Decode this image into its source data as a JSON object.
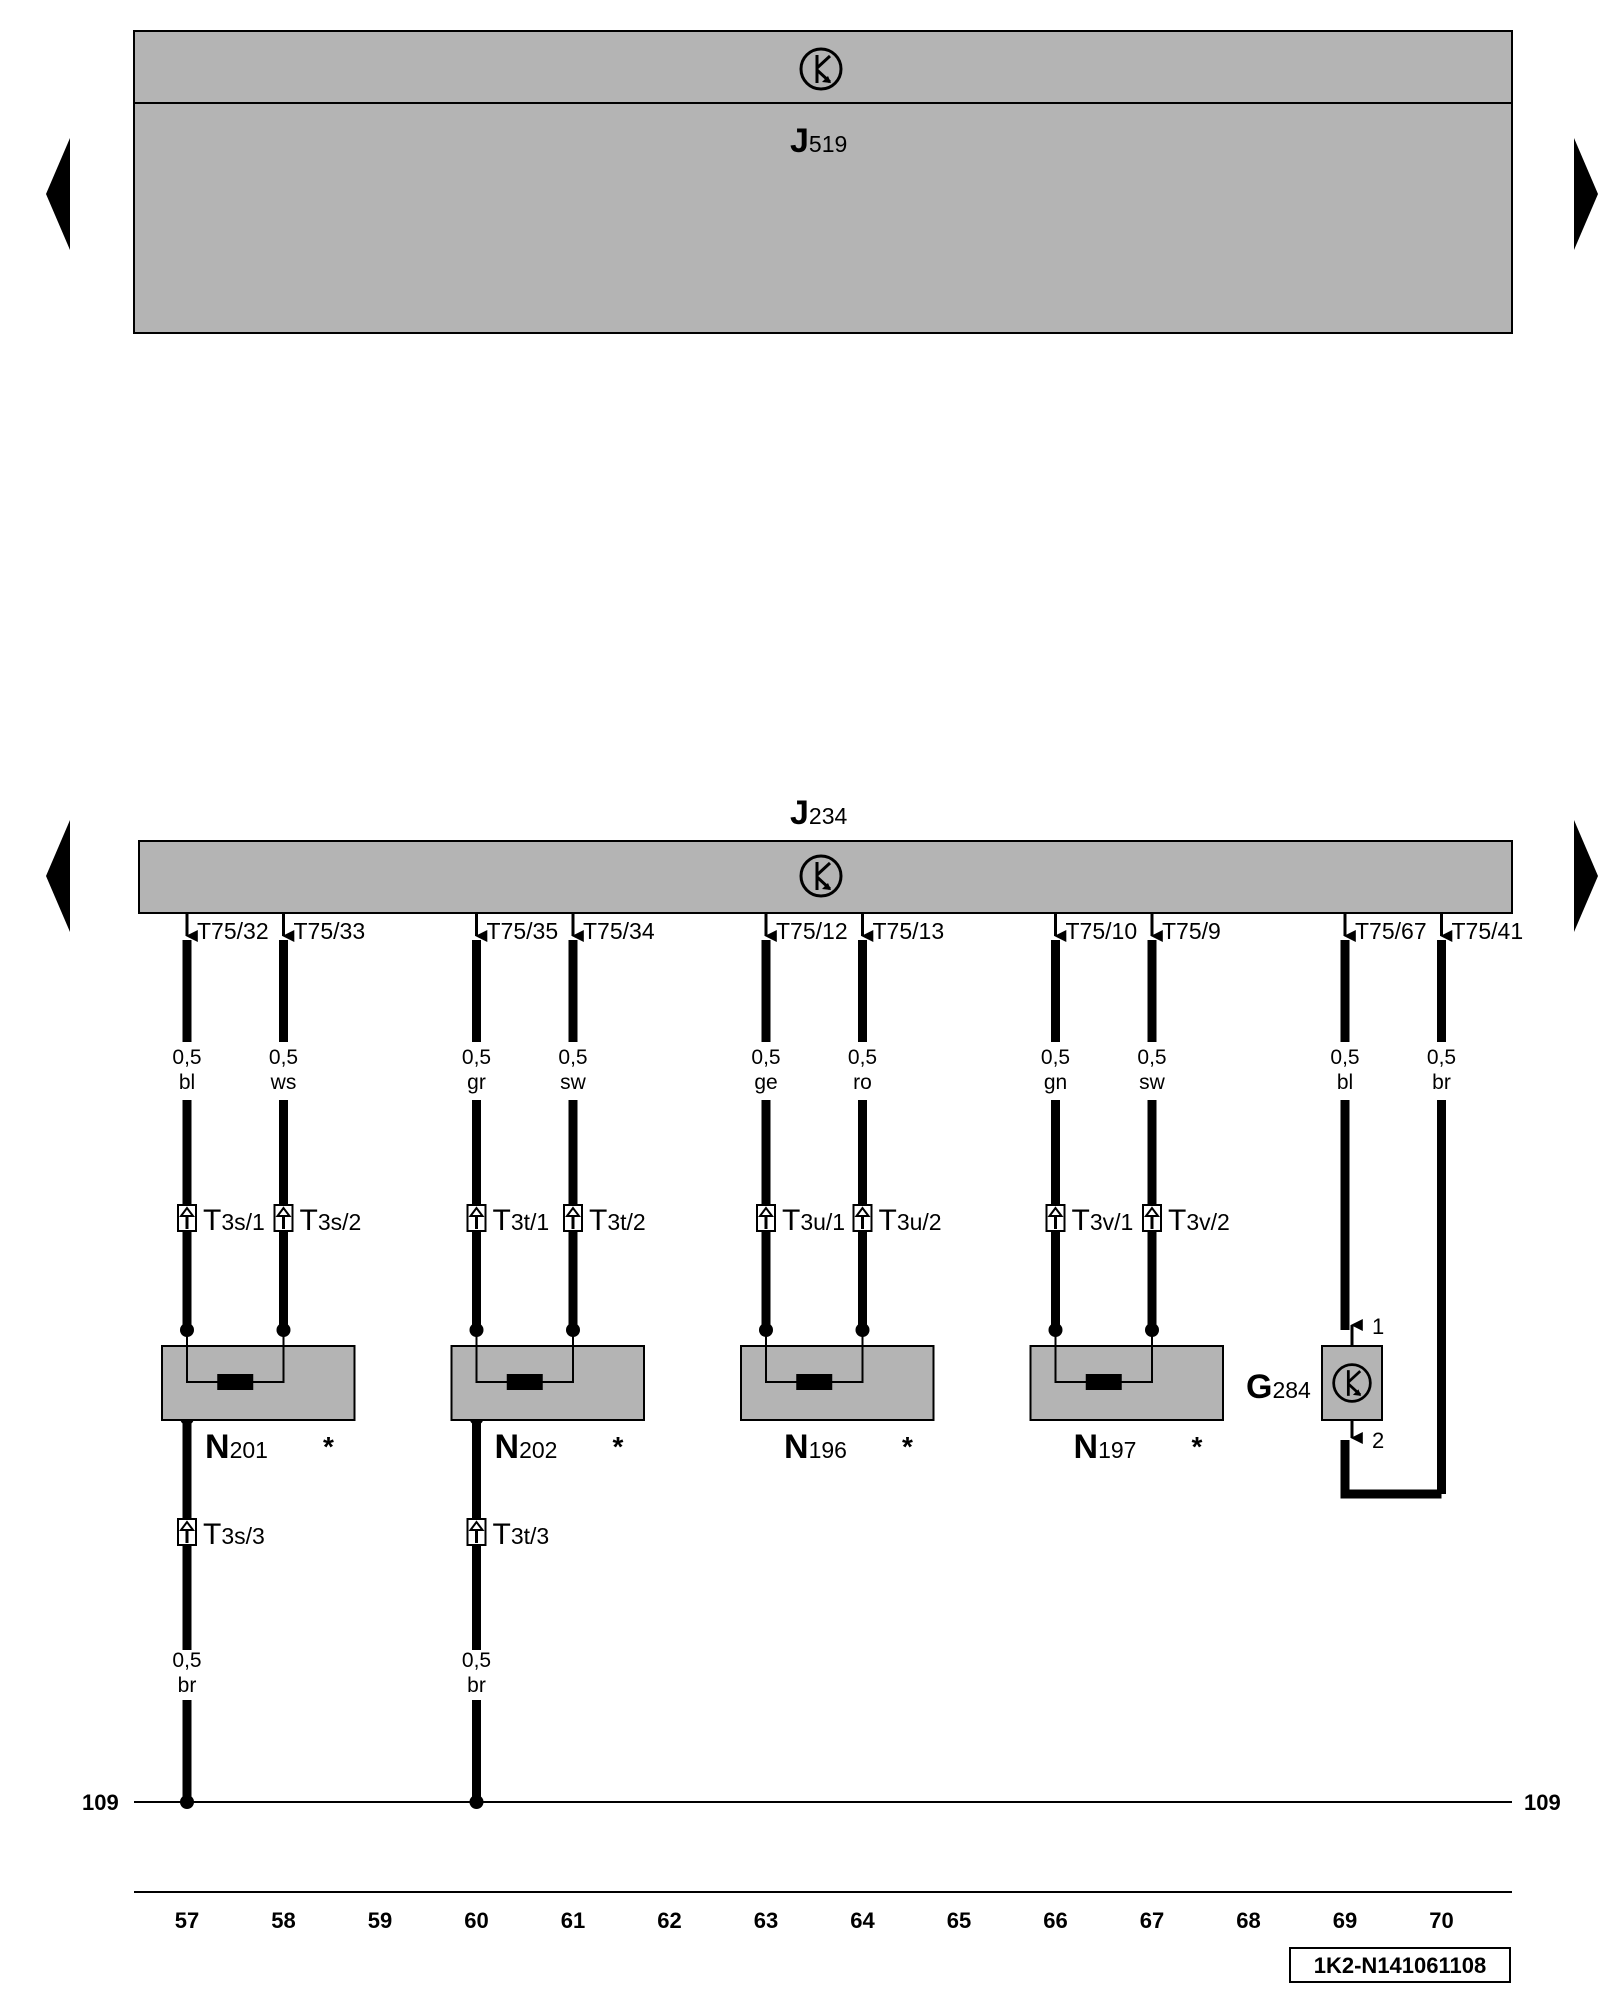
{
  "upper_unit": {
    "name": "J",
    "sub": "519"
  },
  "lower_unit": {
    "name": "J",
    "sub": "234"
  },
  "wires": [
    {
      "col": 57,
      "pin": "T75/32",
      "size": "0,5",
      "color": "bl",
      "plug": "T",
      "plug_sub": "3s/1"
    },
    {
      "col": 58,
      "pin": "T75/33",
      "size": "0,5",
      "color": "ws",
      "plug": "T",
      "plug_sub": "3s/2"
    },
    {
      "col": 60,
      "pin": "T75/35",
      "size": "0,5",
      "color": "gr",
      "plug": "T",
      "plug_sub": "3t/1"
    },
    {
      "col": 61,
      "pin": "T75/34",
      "size": "0,5",
      "color": "sw",
      "plug": "T",
      "plug_sub": "3t/2"
    },
    {
      "col": 63,
      "pin": "T75/12",
      "size": "0,5",
      "color": "ge",
      "plug": "T",
      "plug_sub": "3u/1"
    },
    {
      "col": 64,
      "pin": "T75/13",
      "size": "0,5",
      "color": "ro",
      "plug": "T",
      "plug_sub": "3u/2"
    },
    {
      "col": 66,
      "pin": "T75/10",
      "size": "0,5",
      "color": "gn",
      "plug": "T",
      "plug_sub": "3v/1"
    },
    {
      "col": 67,
      "pin": "T75/9",
      "size": "0,5",
      "color": "sw",
      "plug": "T",
      "plug_sub": "3v/2"
    },
    {
      "col": 69,
      "pin": "T75/67",
      "size": "0,5",
      "color": "bl"
    },
    {
      "col": 70,
      "pin": "T75/41",
      "size": "0,5",
      "color": "br"
    }
  ],
  "valves": [
    {
      "name": "N",
      "sub": "201",
      "mark": "*"
    },
    {
      "name": "N",
      "sub": "202",
      "mark": "*"
    },
    {
      "name": "N",
      "sub": "196",
      "mark": "*"
    },
    {
      "name": "N",
      "sub": "197",
      "mark": "*"
    }
  ],
  "ground_wires": [
    {
      "col": 57,
      "plug": "T",
      "plug_sub": "3s/3",
      "size": "0,5",
      "color": "br"
    },
    {
      "col": 60,
      "plug": "T",
      "plug_sub": "3t/3",
      "size": "0,5",
      "color": "br"
    }
  ],
  "sensor": {
    "name": "G",
    "sub": "284",
    "pin1": "1",
    "pin2": "2"
  },
  "ground_bus": {
    "label_left": "109",
    "label_right": "109"
  },
  "columns": [
    "57",
    "58",
    "59",
    "60",
    "61",
    "62",
    "63",
    "64",
    "65",
    "66",
    "67",
    "68",
    "69",
    "70"
  ],
  "reference": "1K2-N141061108"
}
